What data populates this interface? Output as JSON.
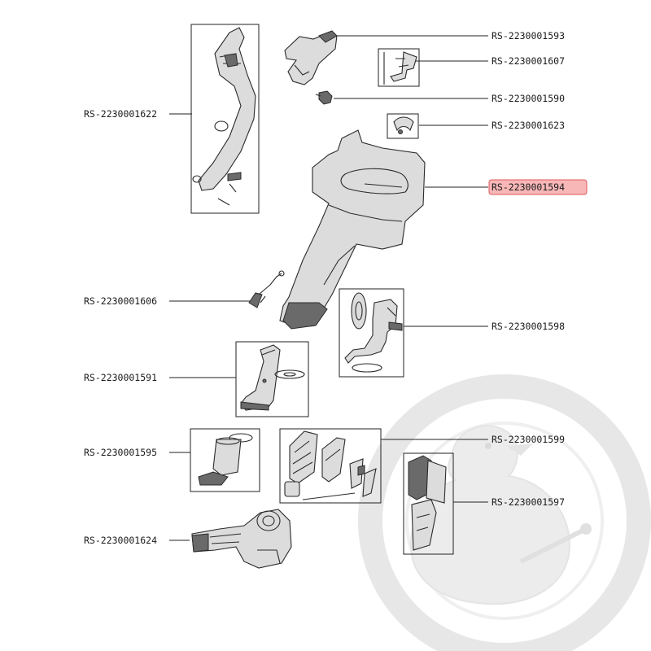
{
  "figure_title": "",
  "callouts": {
    "rs_1593": "RS-2230001593",
    "rs_1607": "RS-2230001607",
    "rs_1590": "RS-2230001590",
    "rs_1623": "RS-2230001623",
    "rs_1594": "RS-2230001594",
    "rs_1622": "RS-2230001622",
    "rs_1606": "RS-2230001606",
    "rs_1598": "RS-2230001598",
    "rs_1591": "RS-2230001591",
    "rs_1599": "RS-2230001599",
    "rs_1595": "RS-2230001595",
    "rs_1597": "RS-2230001597",
    "rs_1624": "RS-2230001624"
  },
  "highlighted_part": "RS-2230001594",
  "colors": {
    "highlight_fill": "#f7b7b7",
    "highlight_stroke": "#e05a5a",
    "watermark": "#d9d9d9",
    "line": "#222222"
  }
}
